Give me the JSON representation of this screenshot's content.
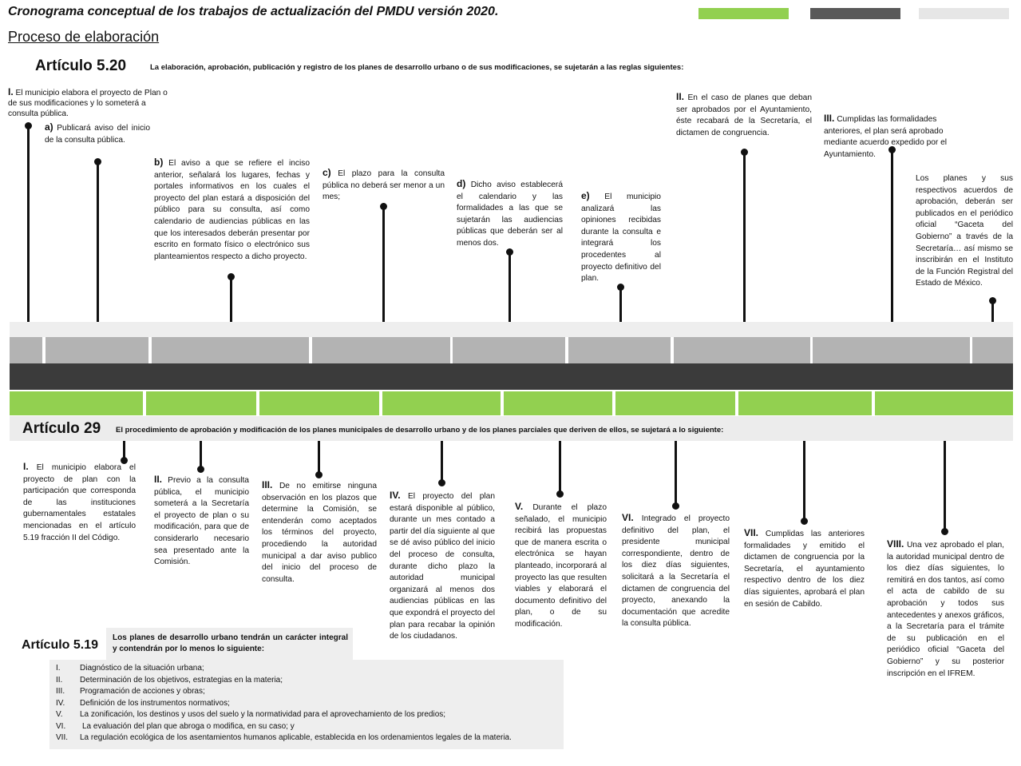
{
  "title": "Cronograma conceptual de los trabajos de actualización del PMDU versión 2020.",
  "subtitle": "Proceso de elaboración",
  "legend_colors": [
    "#92d050",
    "#595959",
    "#e6e6e6"
  ],
  "art520": {
    "heading": "Artículo 5.20",
    "description": "La elaboración, aprobación, publicación y registro de los planes de desarrollo urbano o de sus modificaciones, se sujetarán a las reglas siguientes:",
    "items": [
      {
        "num": "I.",
        "text": "El municipio elabora el proyecto de Plan o de sus modificaciones y lo someterá a consulta pública."
      },
      {
        "num": "a)",
        "text": "Publicará aviso del inicio de la consulta pública."
      },
      {
        "num": "b)",
        "text": "El aviso a que se refiere el inciso anterior, señalará los lugares, fechas y portales informativos en los cuales el proyecto del plan estará a disposición del público para su consulta, así como calendario de audiencias públicas en las que los interesados deberán presentar por escrito en formato físico o electrónico sus planteamientos respecto a dicho proyecto."
      },
      {
        "num": "c)",
        "text": "El plazo para la consulta pública no deberá ser menor a un mes;"
      },
      {
        "num": "d)",
        "text": "Dicho aviso establecerá el calendario y las formalidades a las que se sujetarán las audiencias públicas que deberán ser al menos dos."
      },
      {
        "num": "e)",
        "text": "El municipio analizará las opiniones recibidas durante la consulta e integrará los procedentes al proyecto definitivo del plan."
      },
      {
        "num": "II.",
        "text": "En el caso de planes que deban ser aprobados por el Ayuntamiento, éste recabará de la Secretaría, el dictamen de congruencia."
      },
      {
        "num": "III.",
        "text": "Cumplidas las formalidades anteriores, el plan será aprobado mediante acuerdo expedido por el Ayuntamiento."
      },
      {
        "num": "",
        "text": "Los planes y sus respectivos acuerdos de aprobación, deberán ser publicados en el periódico oficial “Gaceta del Gobierno” a través de la Secretaría… así mismo se inscribirán en el Instituto de la Función Registral del Estado de México."
      }
    ]
  },
  "art29": {
    "heading": "Artículo 29",
    "description": "El procedimiento de aprobación y modificación de los planes municipales de desarrollo urbano y de los planes parciales que deriven de ellos, se sujetará a lo siguiente:",
    "items": [
      {
        "num": "I.",
        "text": "El municipio elabora el proyecto de plan con la participación que corresponda de las instituciones gubernamentales estatales mencionadas en el artículo 5.19 fracción II del Código."
      },
      {
        "num": "II.",
        "text": "Previo a la consulta pública, el municipio someterá a la Secretaría el proyecto de plan o su modificación, para que de considerarlo necesario sea presentado ante la Comisión."
      },
      {
        "num": "III.",
        "text": "De no emitirse ninguna observación en los plazos que determine la Comisión, se entenderán como aceptados los términos del proyecto, procediendo la autoridad municipal a dar aviso publico del inicio del proceso de consulta."
      },
      {
        "num": "IV.",
        "text": "El proyecto del plan estará disponible al público, durante un mes contado a partir del día siguiente al que se dé aviso público del inicio del proceso de consulta, durante dicho plazo la autoridad municipal organizará al menos dos audiencias públicas en las que expondrá el proyecto del plan para recabar la opinión de los ciudadanos."
      },
      {
        "num": "V.",
        "text": "Durante el plazo señalado, el municipio recibirá las propuestas que de manera escrita o electrónica se hayan planteado, incorporará al proyecto las que resulten viables y elaborará el documento definitivo del plan, o de su modificación."
      },
      {
        "num": "VI.",
        "text": "Integrado el proyecto definitivo del plan, el presidente municipal correspondiente, dentro de los diez días siguientes, solicitará a la Secretaría el dictamen de congruencia del proyecto, anexando la documentación que acredite la consulta pública."
      },
      {
        "num": "VII.",
        "text": "Cumplidas las anteriores formalidades y emitido el dictamen de congruencia por la Secretaría, el ayuntamiento respectivo dentro de los diez días siguientes, aprobará el plan en sesión de Cabildo."
      },
      {
        "num": "VIII.",
        "text": "Una vez aprobado el plan, la autoridad municipal dentro de los diez días siguientes, lo remitirá en dos tantos, así como el acta de cabildo de su aprobación y todos sus antecedentes y anexos gráficos, a la Secretaría para el trámite de su publicación en el periódico oficial “Gaceta del Gobierno” y su posterior inscripción en el IFREM."
      }
    ]
  },
  "art519": {
    "heading": "Artículo 5.19",
    "description": "Los planes de desarrollo urbano tendrán un carácter integral y contendrán por lo menos lo siguiente:",
    "items": [
      {
        "num": "I.",
        "text": "Diagnóstico de la situación urbana;"
      },
      {
        "num": "II.",
        "text": "Determinación de los objetivos, estrategias en la materia;"
      },
      {
        "num": "III.",
        "text": "Programación de acciones y obras;"
      },
      {
        "num": "IV.",
        "text": "Definición de los instrumentos normativos;"
      },
      {
        "num": "V.",
        "text": "La zonificación, los destinos y usos del suelo y la normatividad para el aprovechamiento de los predios;"
      },
      {
        "num": "VI.",
        "text": "La evaluación del plan que abroga o modifica, en su caso; y"
      },
      {
        "num": "VII.",
        "text": "La regulación ecológica de los asentamientos humanos aplicable, establecida en los ordenamientos legales de la materia."
      }
    ]
  }
}
